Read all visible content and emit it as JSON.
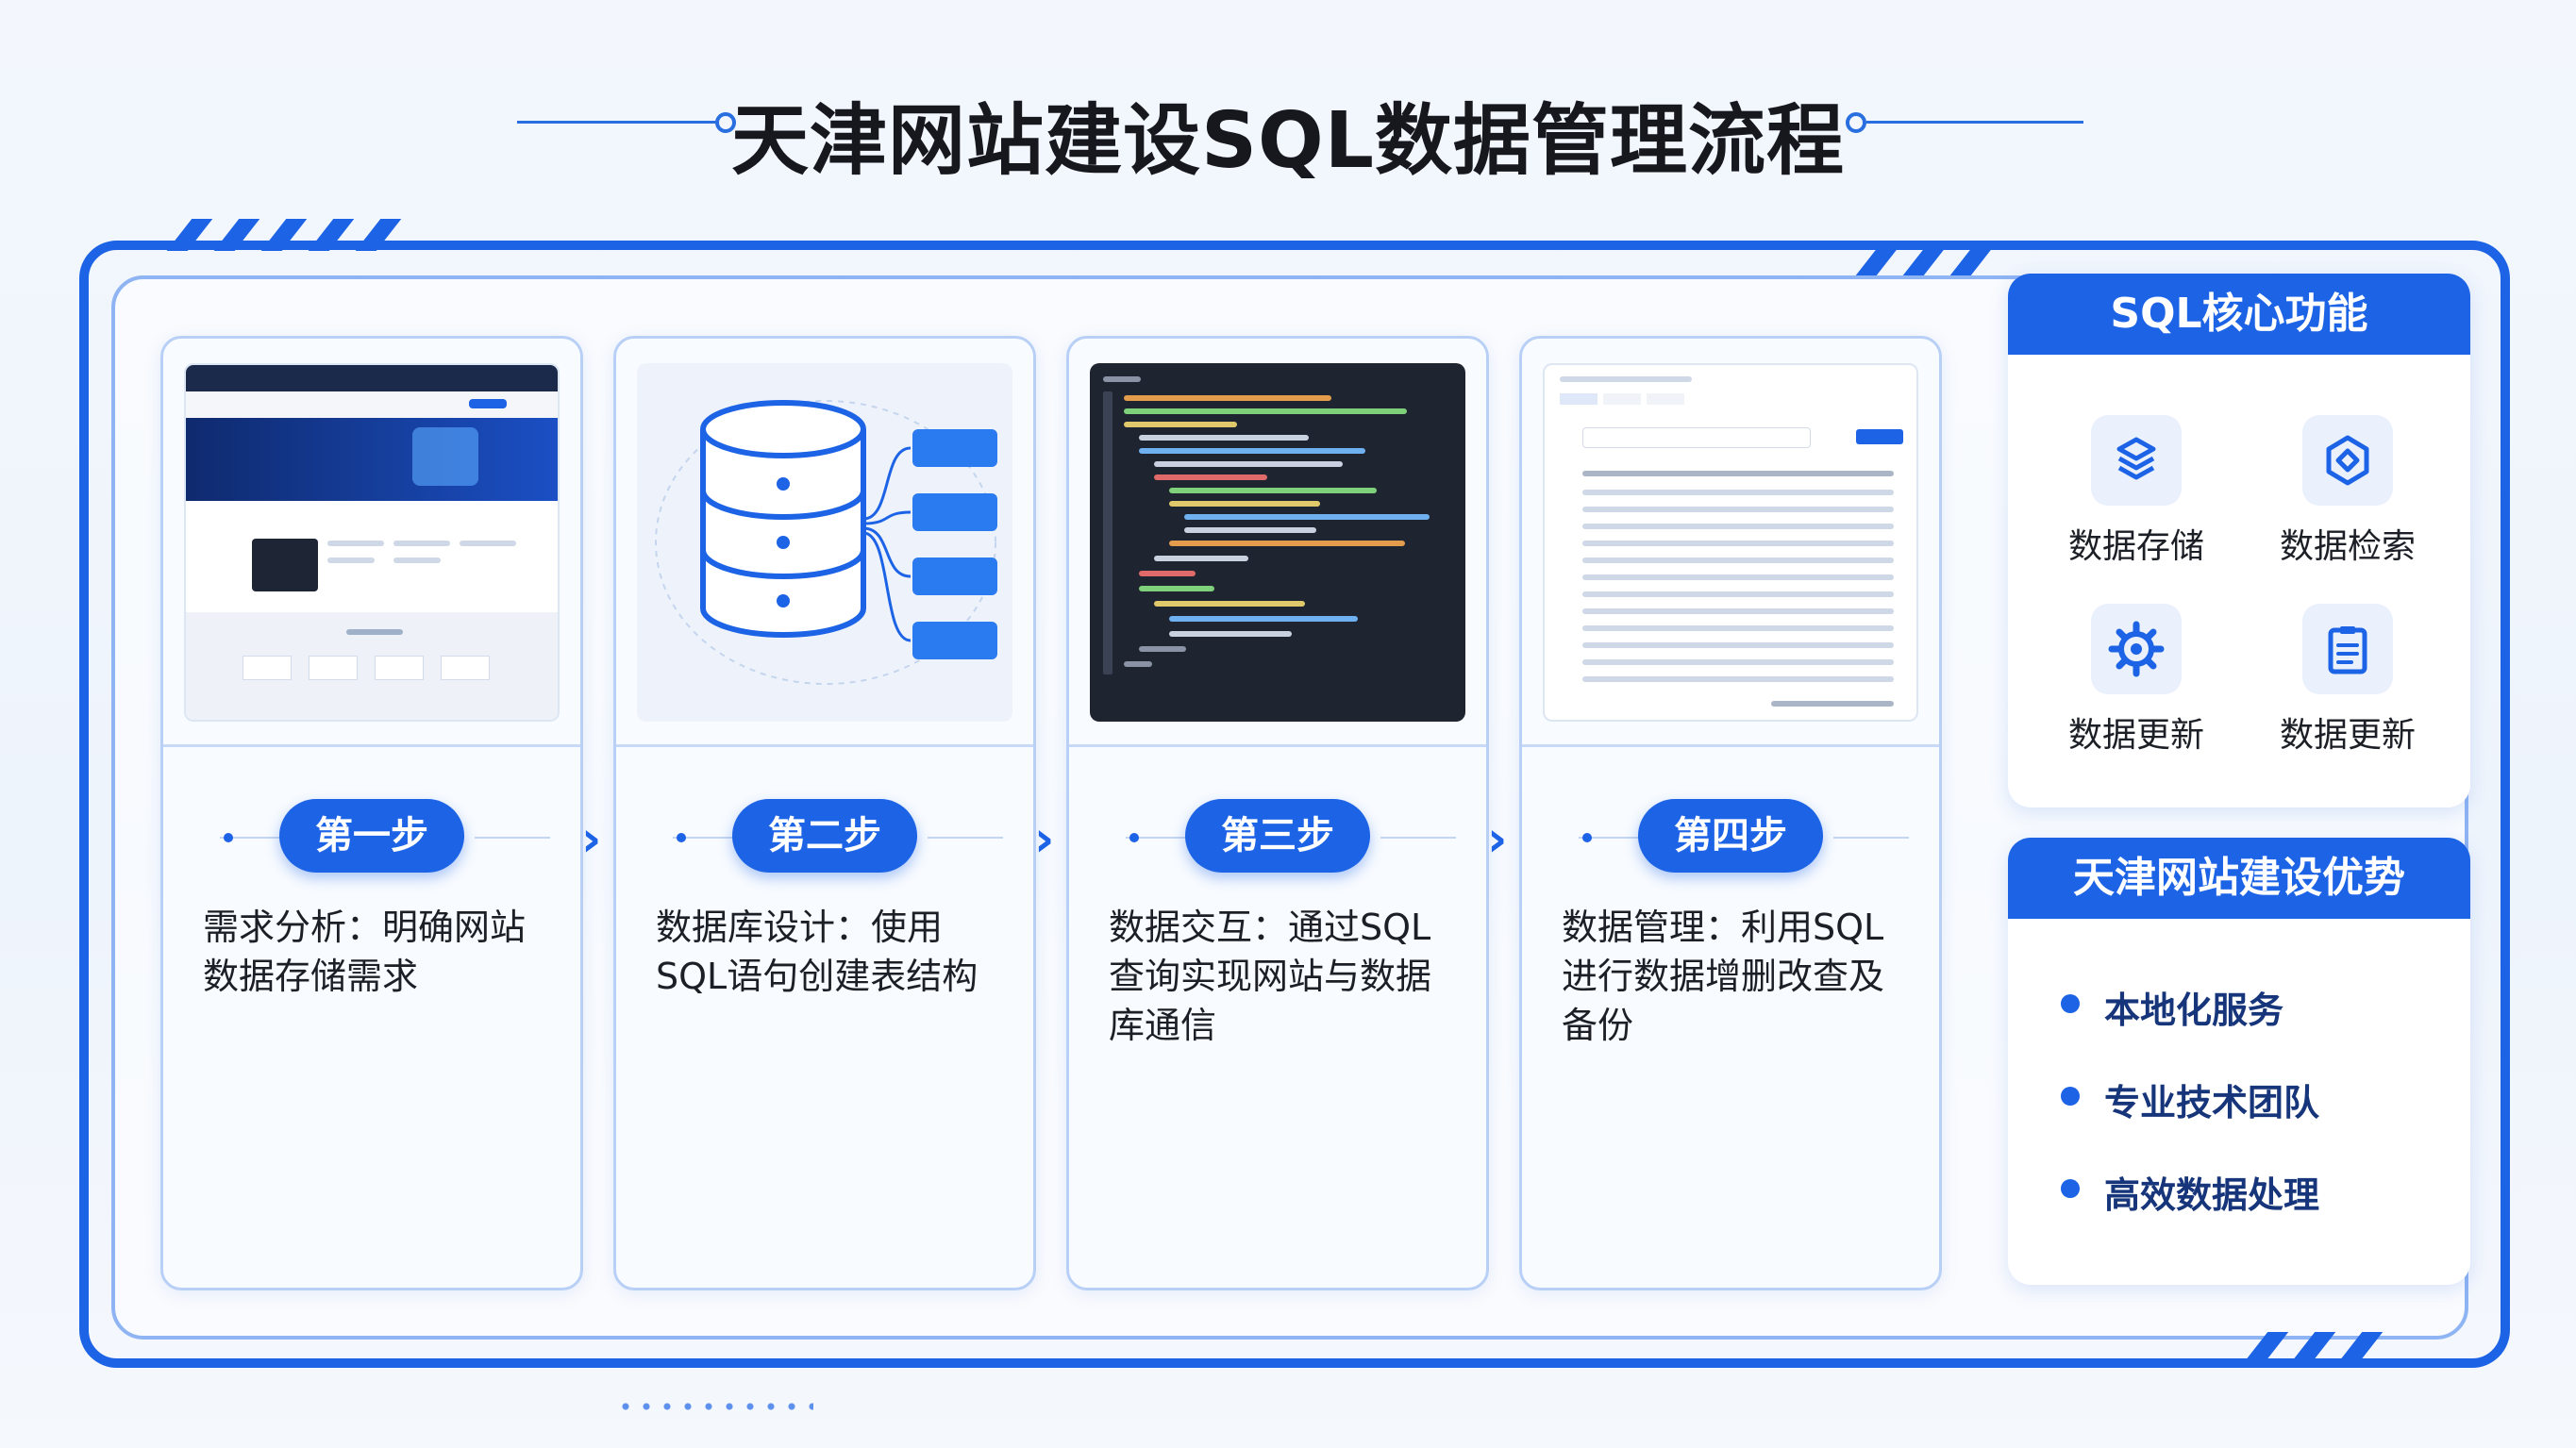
{
  "title": "天津网站建设SQL数据管理流程",
  "steps": [
    {
      "badge": "第一步",
      "text": "需求分析：明确网站数据存储需求"
    },
    {
      "badge": "第二步",
      "text": "数据库设计：使用SQL语句创建表结构"
    },
    {
      "badge": "第三步",
      "text": "数据交互：通过SQL查询实现网站与数据库通信"
    },
    {
      "badge": "第四步",
      "text": "数据管理：利用SQL进行数据增删改查及备份"
    }
  ],
  "core": {
    "title": "SQL核心功能",
    "items": [
      {
        "label": "数据存储",
        "icon": "storage-icon"
      },
      {
        "label": "数据检索",
        "icon": "retrieve-icon"
      },
      {
        "label": "数据更新",
        "icon": "gear-icon"
      },
      {
        "label": "数据更新",
        "icon": "clipboard-icon"
      }
    ]
  },
  "advantages": {
    "title": "天津网站建设优势",
    "items": [
      "本地化服务",
      "专业技术团队",
      "高效数据处理"
    ]
  },
  "colors": {
    "primary": "#1d63e6",
    "dark_code": "#1e2430"
  }
}
